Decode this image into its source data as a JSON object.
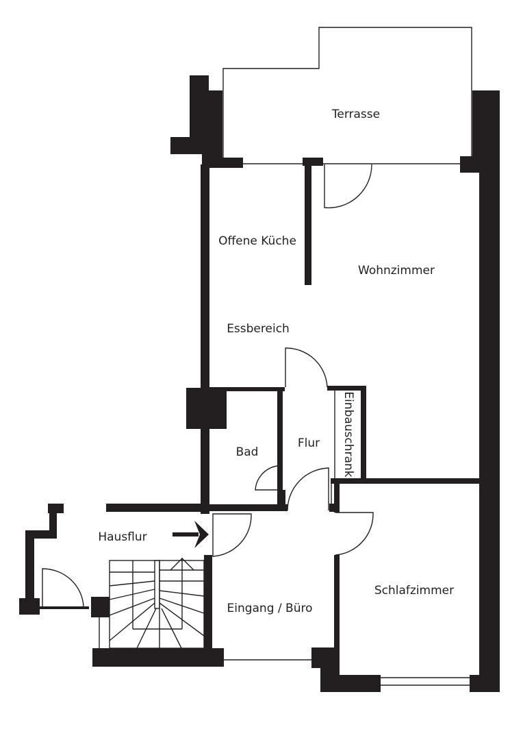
{
  "rooms": {
    "terrace": "Terrasse",
    "kitchen": "Offene Küche",
    "living": "Wohnzimmer",
    "dining": "Essbereich",
    "bath": "Bad",
    "hall": "Flur",
    "closet": "Einbauschrank",
    "stairwell": "Hausflur",
    "entrance": "Eingang / Büro",
    "bedroom": "Schlafzimmer"
  },
  "colors": {
    "wall": "#231f20",
    "background": "#ffffff"
  }
}
